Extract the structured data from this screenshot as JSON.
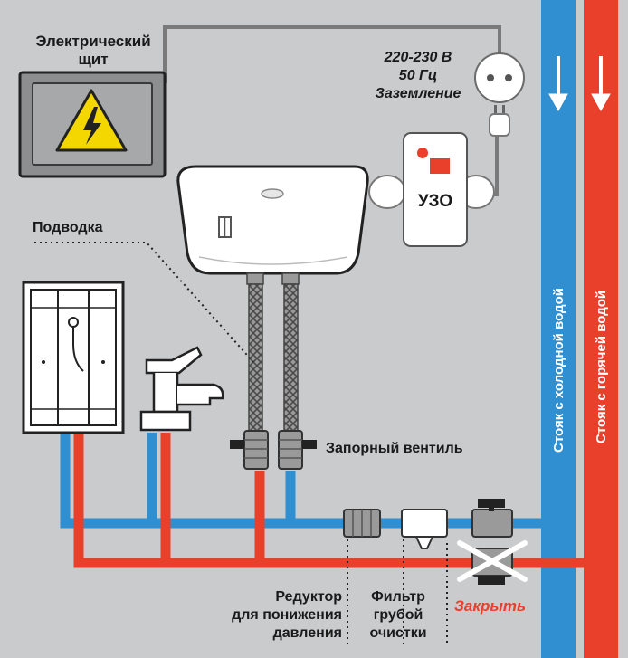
{
  "labels": {
    "panel": "Электрический\nщит",
    "power_line1": "220-230 В",
    "power_line2": "50 Гц",
    "power_line3": "Заземление",
    "rcd": "УЗО",
    "supply_hose": "Подводка",
    "shutoff_valve": "Запорный вентиль",
    "reducer": "Редуктор\nдля понижения\nдавления",
    "filter": "Фильтр\nгрубой\nочистки",
    "close": "Закрыть",
    "cold_riser": "Стояк с холодной водой",
    "hot_riser": "Стояк с горячей водой"
  },
  "colors": {
    "background": "#c9cbcd",
    "cold_water": "#2f8fd0",
    "hot_water": "#e8402a",
    "wire": "#7a7a7a",
    "warning_yellow": "#f4d600",
    "close_label": "#e8402a"
  },
  "icons": [
    "high-voltage-warning-icon",
    "power-socket-icon",
    "plug-icon",
    "arrow-down-icon",
    "shower-cabin-icon",
    "faucet-icon",
    "ball-valve-icon",
    "cross-mark-icon"
  ]
}
